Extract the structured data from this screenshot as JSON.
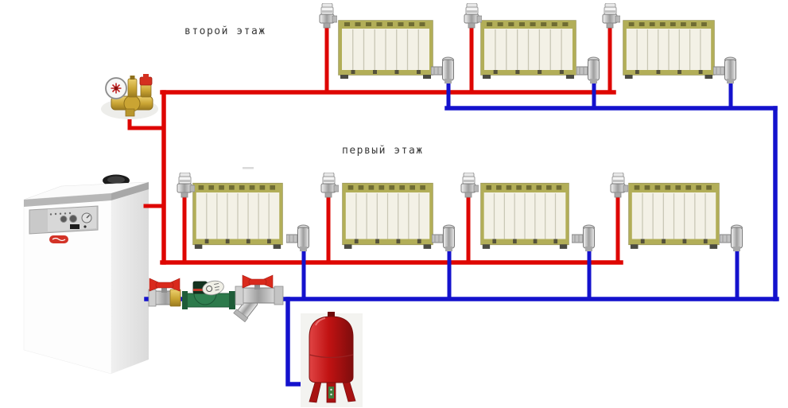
{
  "labels": {
    "second_floor": "второй этаж",
    "first_floor": "первый этаж"
  },
  "colors": {
    "supply_pipe": "#de0602",
    "return_pipe": "#1412cd",
    "label_text": "#3a3a3a",
    "radiator_frame": "#b2ae58",
    "tank_red": "#c01212",
    "pump_green": "#2c7a4b",
    "valve_handle_red": "#d92a1c",
    "brass": "#c9a433"
  },
  "equipment": {
    "boiler": "floor-standing-boiler",
    "safety_group": "boiler-safety-group",
    "pump": "circulation-pump",
    "ball_valve": "ball-valve",
    "filter_valve": "strainer-filter-valve",
    "expansion_tank": "expansion-tank"
  },
  "floors": [
    {
      "label": "второй этаж",
      "radiator_count": 3
    },
    {
      "label": "первый этаж",
      "radiator_count": 4
    }
  ]
}
